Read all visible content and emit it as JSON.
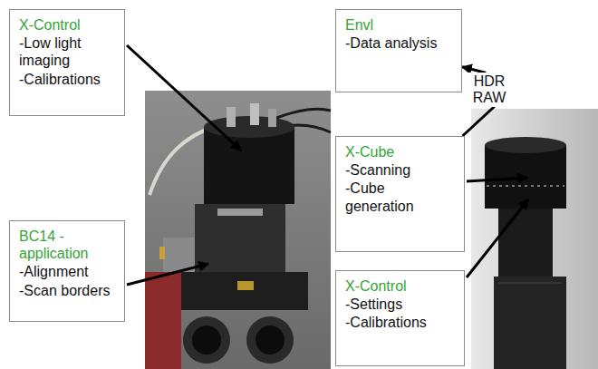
{
  "diagram": {
    "nodes": [
      {
        "text": [
          "X-Control",
          "-Low light imaging",
          "-Calibrations"
        ]
      },
      {
        "text": [
          "Envl",
          "-Data analysis"
        ]
      },
      {
        "text": [
          "X-Cube",
          "-Scanning",
          "-Cube generation"
        ]
      },
      {
        "text": [
          "BC14 - application",
          "-Alignment",
          "-Scan borders"
        ]
      },
      {
        "text": [
          "X-Control",
          "-Settings",
          "-Calibrations"
        ]
      }
    ],
    "edges": [
      {
        "from": 2,
        "to": 1,
        "arrow": "to",
        "label": "HDR RAW"
      }
    ]
  }
}
